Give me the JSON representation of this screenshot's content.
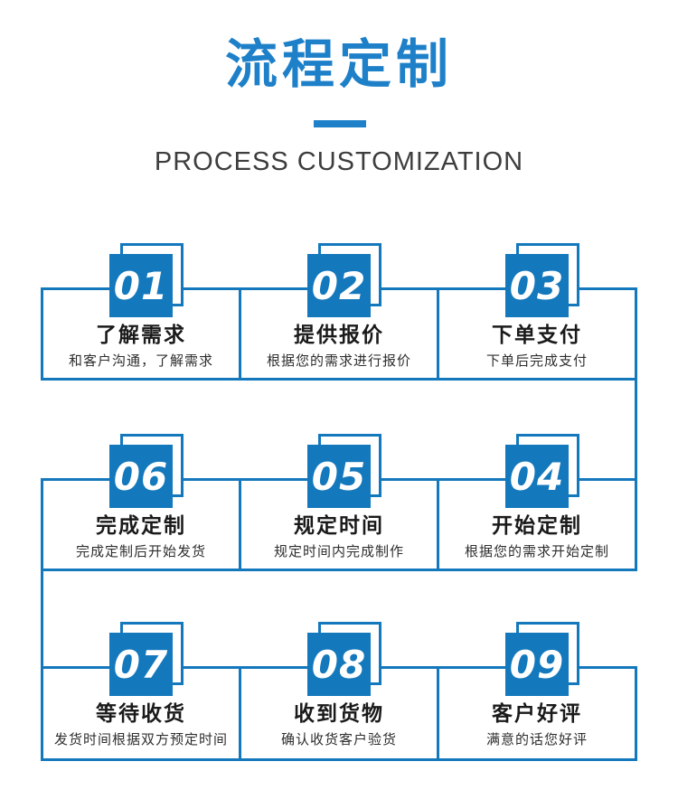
{
  "header": {
    "title": "流程定制",
    "subtitle": "PROCESS CUSTOMIZATION"
  },
  "colors": {
    "accent": "#1e80c8",
    "line_blue": "#1478bc",
    "subtitle_gray": "#3d3d3d"
  },
  "steps": [
    {
      "num": "01",
      "title": "了解需求",
      "desc": "和客户沟通，了解需求"
    },
    {
      "num": "02",
      "title": "提供报价",
      "desc": "根据您的需求进行报价"
    },
    {
      "num": "03",
      "title": "下单支付",
      "desc": "下单后完成支付"
    },
    {
      "num": "04",
      "title": "开始定制",
      "desc": "根据您的需求开始定制"
    },
    {
      "num": "05",
      "title": "规定时间",
      "desc": "规定时间内完成制作"
    },
    {
      "num": "06",
      "title": "完成定制",
      "desc": "完成定制后开始发货"
    },
    {
      "num": "07",
      "title": "等待收货",
      "desc": "发货时间根据双方预定时间"
    },
    {
      "num": "08",
      "title": "收到货物",
      "desc": "确认收货客户验货"
    },
    {
      "num": "09",
      "title": "客户好评",
      "desc": "满意的话您好评"
    }
  ],
  "flow_order_by_row": [
    [
      "01",
      "02",
      "03"
    ],
    [
      "06",
      "05",
      "04"
    ],
    [
      "07",
      "08",
      "09"
    ]
  ]
}
